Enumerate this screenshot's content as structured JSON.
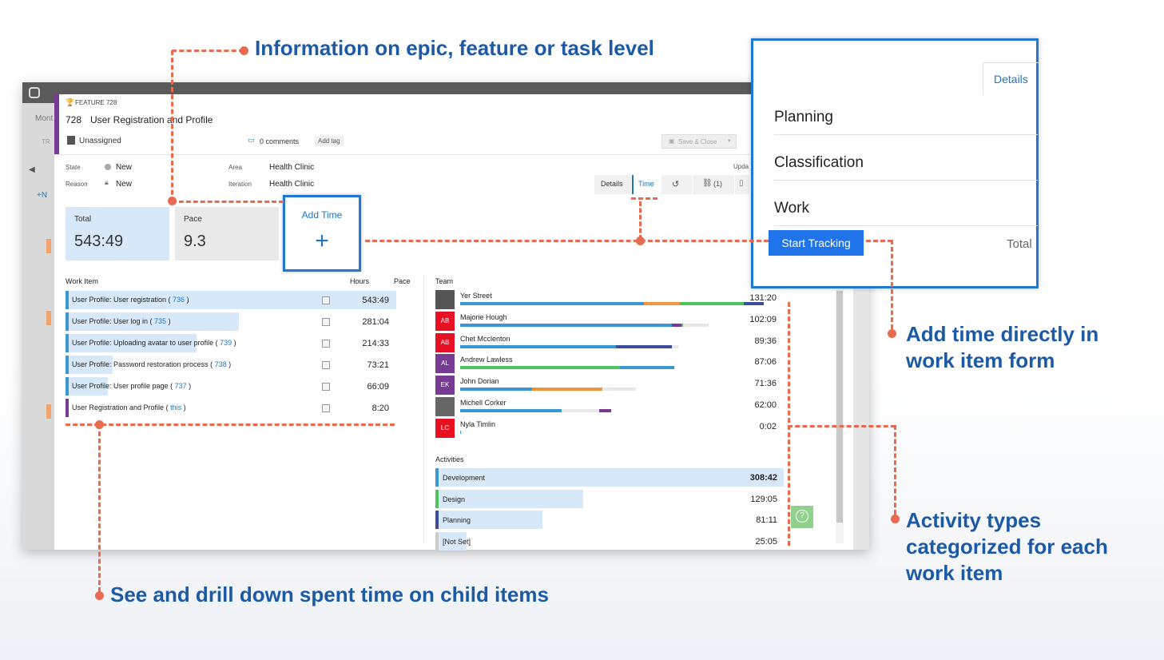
{
  "callouts": {
    "top": "Information on epic, feature or task level",
    "right1_line1": "Add time directly in",
    "right1_line2": "work item form",
    "right2_line1": "Activity types",
    "right2_line2": "categorized for each",
    "right2_line3": "work item",
    "bottom": "See and drill down spent time on child items"
  },
  "app": {
    "side_label_1": "Mont",
    "side_label_2": "TR",
    "side_add": "+N"
  },
  "workitem": {
    "type_label": "FEATURE 728",
    "id": "728",
    "title": "User Registration and Profile",
    "assignee": "Unassigned",
    "comments": "0 comments",
    "add_tag": "Add tag",
    "save_close": "Save & Close",
    "state_label": "State",
    "state_value": "New",
    "reason_label": "Reason",
    "reason_value": "New",
    "area_label": "Area",
    "area_value": "Health Clinic",
    "iteration_label": "Iteration",
    "iteration_value": "Health Clinic",
    "updated_label": "Upda"
  },
  "tabs": {
    "details": "Details",
    "time": "Time",
    "links": "(1)"
  },
  "kpis": {
    "total_label": "Total",
    "total_value": "543:49",
    "pace_label": "Pace",
    "pace_value": "9.3"
  },
  "add_time": {
    "label": "Add Time",
    "plus": "+"
  },
  "work_items": {
    "header": "Work Item",
    "hours_header": "Hours",
    "pace_header": "Pace",
    "rows": [
      {
        "text": "User Profile: User registration",
        "link": "736",
        "hours": "543:49",
        "fill": 1.0
      },
      {
        "text": "User Profile: User log in",
        "link": "735",
        "hours": "281:04",
        "fill": 0.52
      },
      {
        "text": "User Profile: Uploading avatar to user profile",
        "link": "739",
        "hours": "214:33",
        "fill": 0.39
      },
      {
        "text": "User Profile: Password restoration process",
        "link": "738",
        "hours": "73:21",
        "fill": 0.135
      },
      {
        "text": "User Profile: User profile page",
        "link": "737",
        "hours": "66:09",
        "fill": 0.12
      },
      {
        "text": "User Registration and Profile",
        "link": "this",
        "hours": "8:20",
        "fill": 0.015
      }
    ]
  },
  "team": {
    "header": "Team",
    "members": [
      {
        "name": "Yer Street",
        "initials": "",
        "color": "#555555",
        "hours": "131:20"
      },
      {
        "name": "Majorie Hough",
        "initials": "AB",
        "color": "#e81123",
        "hours": "102:09"
      },
      {
        "name": "Chet Mcclenton",
        "initials": "AB",
        "color": "#e81123",
        "hours": "89:36"
      },
      {
        "name": "Andrew Lawless",
        "initials": "AL",
        "color": "#773b93",
        "hours": "87:06"
      },
      {
        "name": "John Dorian",
        "initials": "EK",
        "color": "#773b93",
        "hours": "71:36"
      },
      {
        "name": "Michell Corker",
        "initials": "",
        "color": "#666666",
        "hours": "62:00"
      },
      {
        "name": "Nyla Timlin",
        "initials": "LC",
        "color": "#e81123",
        "hours": "0:02"
      }
    ]
  },
  "activities": {
    "header": "Activities",
    "rows": [
      {
        "name": "Development",
        "hours": "308:42",
        "fill": 1.0,
        "color": "#3a97d4"
      },
      {
        "name": "Design",
        "hours": "129:05",
        "fill": 0.42,
        "color": "#4ec25f"
      },
      {
        "name": "Planning",
        "hours": "81:11",
        "fill": 0.3,
        "color": "#3b4d9b"
      },
      {
        "name": "[Not Set]",
        "hours": "25:05",
        "fill": 0.08,
        "color": "#cccccc"
      }
    ]
  },
  "zoom": {
    "details_tab": "Details",
    "planning": "Planning",
    "classification": "Classification",
    "work": "Work",
    "start_tracking": "Start Tracking",
    "total": "Total"
  }
}
